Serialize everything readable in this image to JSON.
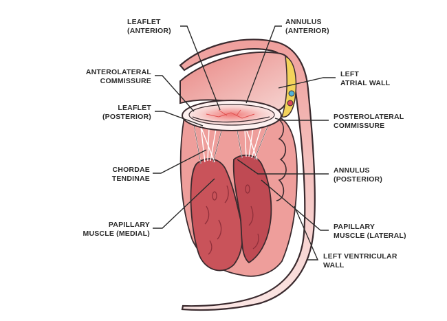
{
  "labels": {
    "leaflet_anterior": [
      "LEAFLET",
      "(ANTERIOR)"
    ],
    "annulus_anterior": [
      "ANNULUS",
      "(ANTERIOR)"
    ],
    "anterolateral_commissure": [
      "ANTEROLATERAL",
      "COMMISSURE"
    ],
    "left_atrial_wall": [
      "LEFT",
      "ATRIAL WALL"
    ],
    "leaflet_posterior": [
      "LEAFLET",
      "(POSTERIOR)"
    ],
    "posterolateral_commissure": [
      "POSTEROLATERAL",
      "COMMISSURE"
    ],
    "chordae_tendinae": [
      "CHORDAE",
      "TENDINAE"
    ],
    "annulus_posterior": [
      "ANNULUS",
      "(POSTERIOR)"
    ],
    "papillary_muscle_medial": [
      "PAPILLARY",
      "MUSCLE (MEDIAL)"
    ],
    "papillary_muscle_lateral": [
      "PAPILLARY",
      "MUSCLE (LATERAL)"
    ],
    "left_ventricular_wall": [
      "LEFT VENTRICULAR",
      "WALL"
    ]
  },
  "colors": {
    "outline": "#3a2a2e",
    "wall_outer": "#f2c9c6",
    "wall_mid": "#e88f8c",
    "muscle": "#c9535a",
    "muscle_dark": "#a83d46",
    "leaflet": "#fbeeee",
    "chordae": "#ffffff",
    "fat_yellow": "#f3d35b",
    "vessel_blue": "#52b2d8",
    "vessel_red": "#d8455a"
  }
}
